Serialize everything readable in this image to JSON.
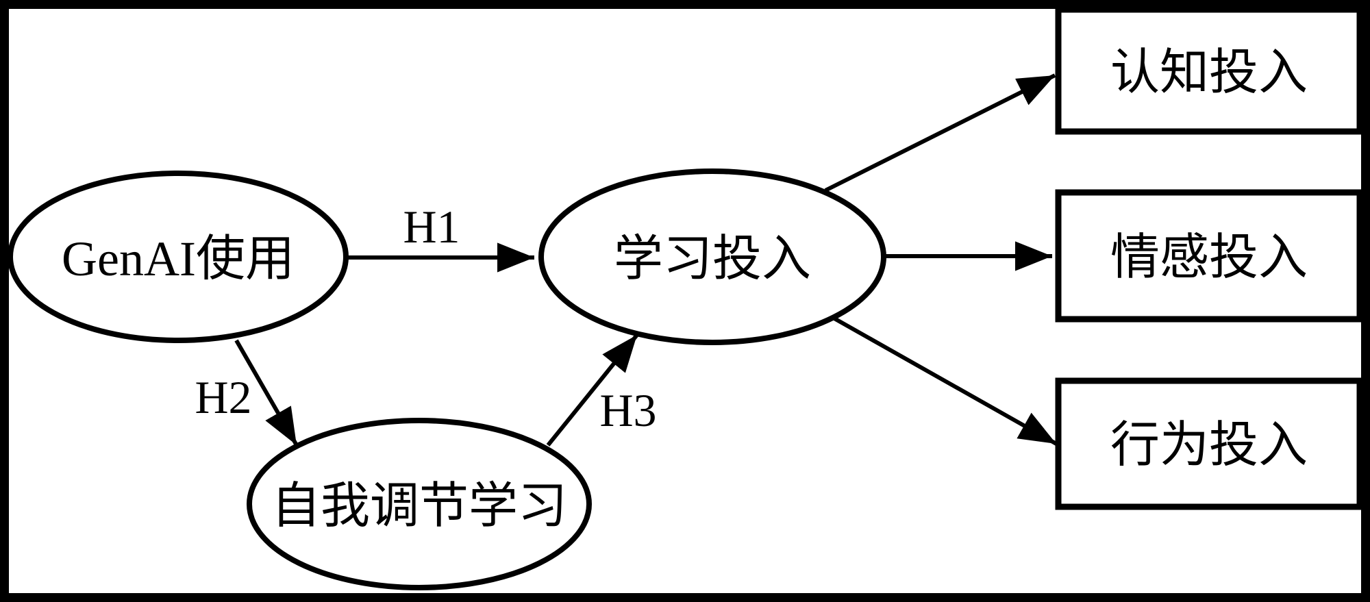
{
  "diagram": {
    "type": "path-model",
    "colors": {
      "stroke": "#000000",
      "fill": "#ffffff",
      "background": "#ffffff"
    },
    "nodes": {
      "genai": {
        "label": "GenAI使用",
        "shape": "ellipse"
      },
      "learning": {
        "label": "学习投入",
        "shape": "ellipse"
      },
      "srl": {
        "label": "自我调节学习",
        "shape": "ellipse"
      },
      "cognitive": {
        "label": "认知投入",
        "shape": "rect"
      },
      "emotional": {
        "label": "情感投入",
        "shape": "rect"
      },
      "behavioral": {
        "label": "行为投入",
        "shape": "rect"
      }
    },
    "hypotheses": {
      "h1": {
        "label": "H1",
        "from": "GenAI使用",
        "to": "学习投入"
      },
      "h2": {
        "label": "H2",
        "from": "GenAI使用",
        "to": "自我调节学习"
      },
      "h3": {
        "label": "H3",
        "from": "自我调节学习",
        "to": "学习投入"
      }
    },
    "outcome_edges": [
      {
        "from": "学习投入",
        "to": "认知投入"
      },
      {
        "from": "学习投入",
        "to": "情感投入"
      },
      {
        "from": "学习投入",
        "to": "行为投入"
      }
    ]
  }
}
